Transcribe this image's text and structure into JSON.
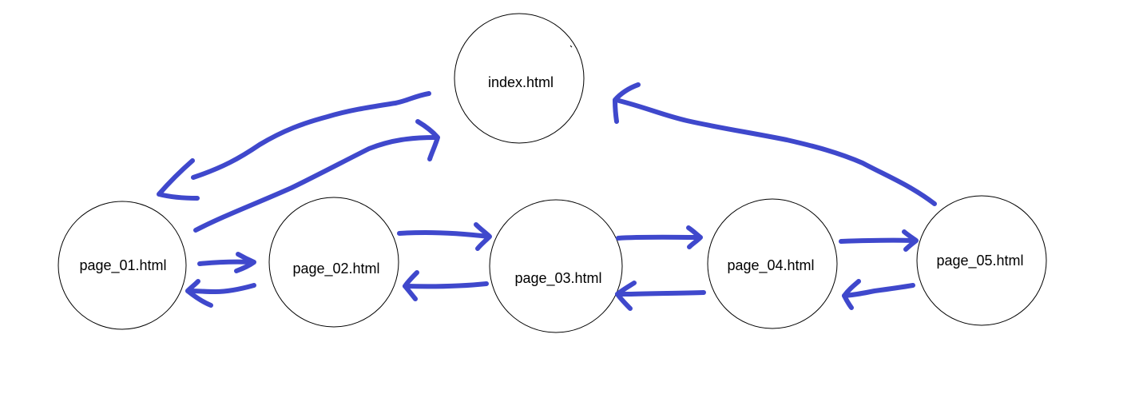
{
  "diagram": {
    "stroke_color": "#3f48cc",
    "nodes": {
      "index": {
        "label": "index.html"
      },
      "page_01": {
        "label": "page_01.html"
      },
      "page_02": {
        "label": "page_02.html"
      },
      "page_03": {
        "label": "page_03.html"
      },
      "page_04": {
        "label": "page_04.html"
      },
      "page_05": {
        "label": "page_05.html"
      }
    },
    "edges": [
      {
        "from": "index",
        "to": "page_01"
      },
      {
        "from": "page_01",
        "to": "index"
      },
      {
        "from": "page_05",
        "to": "index"
      },
      {
        "from": "page_01",
        "to": "page_02"
      },
      {
        "from": "page_02",
        "to": "page_01"
      },
      {
        "from": "page_02",
        "to": "page_03"
      },
      {
        "from": "page_03",
        "to": "page_02"
      },
      {
        "from": "page_03",
        "to": "page_04"
      },
      {
        "from": "page_04",
        "to": "page_03"
      },
      {
        "from": "page_04",
        "to": "page_05"
      },
      {
        "from": "page_05",
        "to": "page_04"
      }
    ]
  }
}
